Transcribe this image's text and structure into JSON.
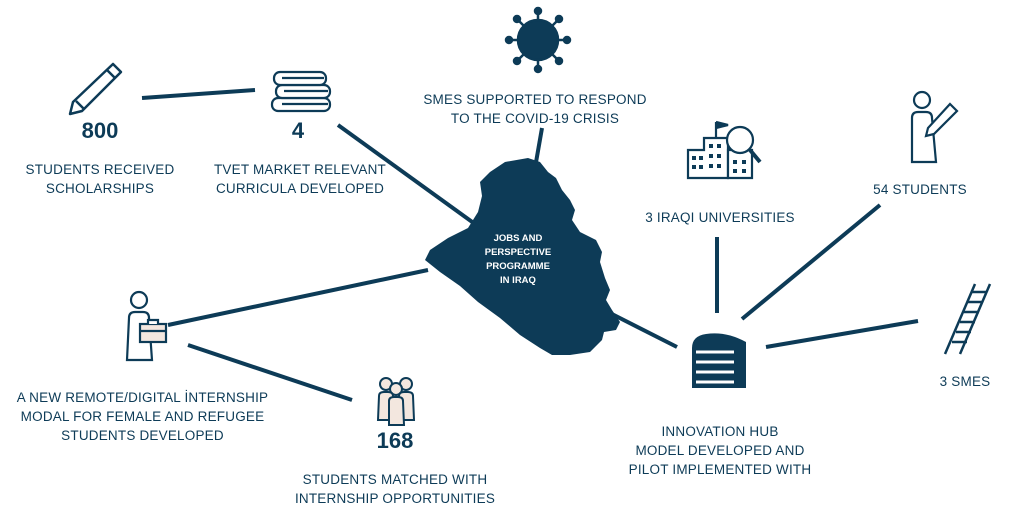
{
  "center": {
    "lines": [
      "JOBS AND",
      "PERSPECTIVE",
      "PROGRAMME",
      "IN IRAQ"
    ]
  },
  "scholarships": {
    "number": "800",
    "lines": [
      "STUDENTS RECEIVED",
      "SCHOLARSHIPS"
    ]
  },
  "tvet": {
    "number": "4",
    "lines": [
      "TVET MARKET RELEVANT",
      "CURRICULA DEVELOPED"
    ]
  },
  "smes_covid": {
    "lines": [
      "SMES SUPPORTED TO RESPOND",
      "TO THE COVID-19 CRISIS"
    ]
  },
  "universities": {
    "lines": [
      "3 IRAQI UNIVERSITIES"
    ]
  },
  "students54": {
    "lines": [
      "54 STUDENTS"
    ]
  },
  "smes3": {
    "lines": [
      "3 SMES"
    ]
  },
  "innovation_hub": {
    "lines": [
      "INNOVATION HUB",
      "MODEL DEVELOPED AND",
      "PILOT IMPLEMENTED WITH"
    ]
  },
  "internship_modal": {
    "lines": [
      "A NEW REMOTE/DIGITAL İNTERNSHIP",
      "MODAL FOR FEMALE AND REFUGEE",
      "STUDENTS DEVELOPED"
    ]
  },
  "matched": {
    "number": "168",
    "lines": [
      "STUDENTS MATCHED WITH",
      "INTERNSHIP OPPORTUNITIES"
    ]
  },
  "colors": {
    "navy": "#0d3b57",
    "beige": "#f3e7df"
  }
}
